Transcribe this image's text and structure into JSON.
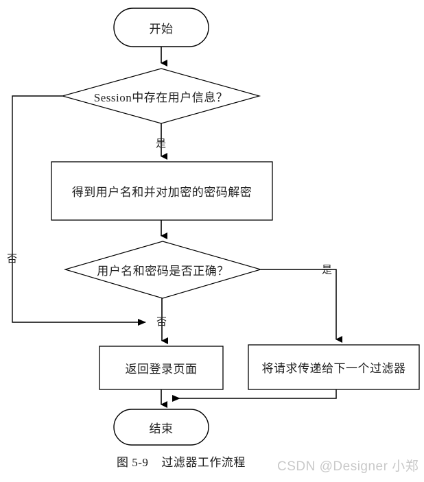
{
  "diagram": {
    "title": "过滤器工作流程",
    "caption": "图 5-9    过滤器工作流程",
    "watermark": "CSDN @Designer 小郑",
    "stroke_color": "#000000",
    "background_color": "#ffffff",
    "text_color": "#222222",
    "watermark_color": "#c9c9c9",
    "type": "flowchart",
    "nodes": [
      {
        "id": "start",
        "shape": "terminator",
        "label": "开始"
      },
      {
        "id": "check_session",
        "shape": "decision",
        "label": "Session中存在用户信息？"
      },
      {
        "id": "decrypt",
        "shape": "process",
        "label": "得到用户名和并对加密的密码解密"
      },
      {
        "id": "check_credentials",
        "shape": "decision",
        "label": "用户名和密码是否正确？"
      },
      {
        "id": "return_login",
        "shape": "process",
        "label": "返回登录页面"
      },
      {
        "id": "pass_filter",
        "shape": "process",
        "label": "将请求传递给下一个过滤器"
      },
      {
        "id": "end",
        "shape": "terminator",
        "label": "结束"
      }
    ],
    "edges": [
      {
        "from": "start",
        "to": "check_session",
        "label": ""
      },
      {
        "from": "check_session",
        "to": "decrypt",
        "label": "是"
      },
      {
        "from": "check_session",
        "to": "return_login",
        "label": "否"
      },
      {
        "from": "decrypt",
        "to": "check_credentials",
        "label": ""
      },
      {
        "from": "check_credentials",
        "to": "return_login",
        "label": "否"
      },
      {
        "from": "check_credentials",
        "to": "pass_filter",
        "label": "是"
      },
      {
        "from": "return_login",
        "to": "end",
        "label": ""
      },
      {
        "from": "pass_filter",
        "to": "end",
        "label": ""
      }
    ],
    "edge_labels": {
      "session_yes": "是",
      "session_no": "否",
      "credentials_no": "否",
      "credentials_yes": "是"
    }
  }
}
